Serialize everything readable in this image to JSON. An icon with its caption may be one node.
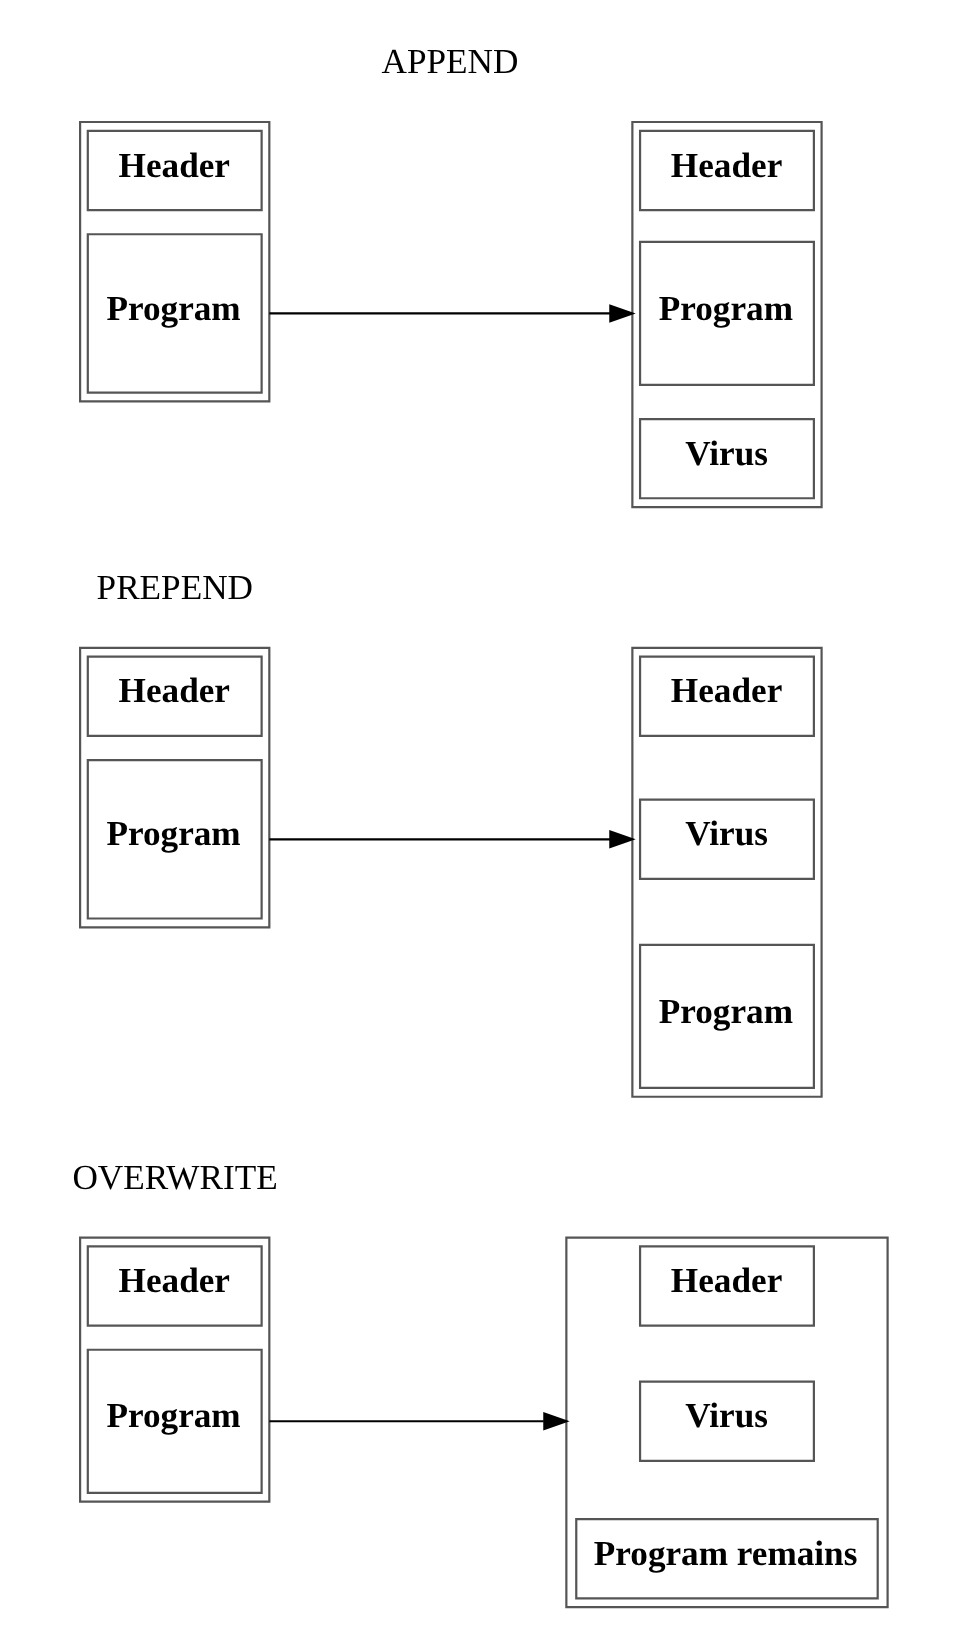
{
  "diagram": {
    "nodes": [
      {
        "text": [],
        "shape": "box"
      },
      {
        "text": [
          "Header"
        ],
        "in": 0
      },
      {
        "text": [
          "Program"
        ],
        "in": 0
      },
      {
        "text": [],
        "shape": "box"
      },
      {
        "text": [
          "Header"
        ],
        "in": 3
      },
      {
        "text": [
          "Program"
        ],
        "in": 3
      },
      {
        "text": [
          "Virus"
        ],
        "in": 3
      },
      {
        "text": [],
        "shape": "box"
      },
      {
        "text": [
          "Header"
        ],
        "in": 7
      },
      {
        "text": [
          "Program"
        ],
        "in": 7
      },
      {
        "text": [],
        "shape": "box"
      },
      {
        "text": [
          "Header"
        ],
        "in": 10
      },
      {
        "text": [
          "Virus"
        ],
        "in": 10
      },
      {
        "text": [
          "Program"
        ],
        "in": 10
      },
      {
        "text": [],
        "shape": "box"
      },
      {
        "text": [
          "Header"
        ],
        "in": 14
      },
      {
        "text": [
          "Program"
        ],
        "in": 14
      },
      {
        "text": [],
        "shape": "box"
      },
      {
        "text": [
          "Header"
        ],
        "in": 17
      },
      {
        "text": [
          "Virus"
        ],
        "in": 17
      },
      {
        "text": [
          "Program remains"
        ],
        "in": 17
      }
    ],
    "edges": [
      {
        "from": 0,
        "to": 3,
        "arrow": "to"
      },
      {
        "from": 7,
        "to": 10,
        "arrow": "to"
      },
      {
        "from": 14,
        "to": 17,
        "arrow": "to"
      }
    ],
    "labels": [
      "APPEND",
      "PREPEND",
      "OVERWRITE"
    ]
  }
}
